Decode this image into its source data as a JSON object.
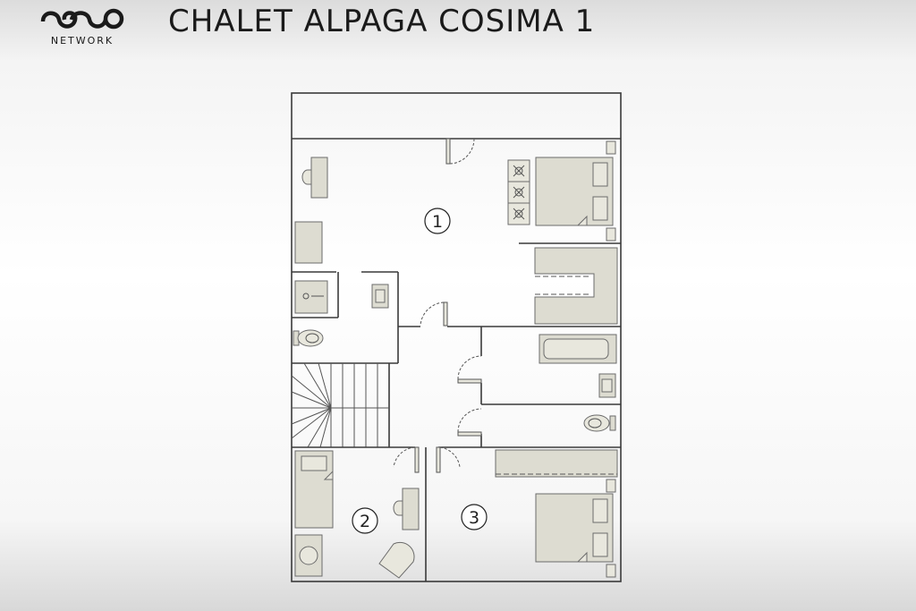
{
  "brand": {
    "logo_text": "NETWORK",
    "logo_icon": "ovo-logo-icon"
  },
  "header": {
    "title": "CHALET ALPAGA COSIMA 1"
  },
  "floorplan": {
    "room_labels": [
      "1",
      "2",
      "3"
    ],
    "colors": {
      "walls": "#3a3a3a",
      "furniture": "#dddcd1",
      "background": "#ffffff"
    }
  }
}
